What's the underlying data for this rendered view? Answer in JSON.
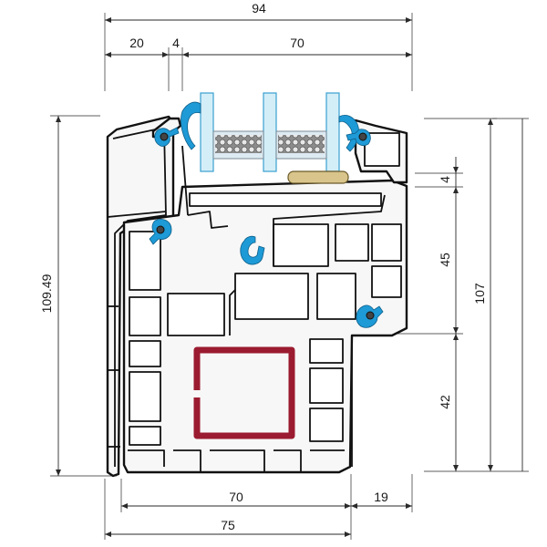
{
  "dimensions": {
    "top_overall": "94",
    "top_sash": "20",
    "top_gap": "4",
    "top_glazing": "70",
    "left_height": "109.49",
    "right_total": "107",
    "right_top": "4",
    "right_middle": "45",
    "right_bottom": "42",
    "bottom_frame": "70",
    "bottom_step": "19",
    "bottom_overall": "75"
  },
  "colors": {
    "glass": "#d4eef8",
    "gasket": "#1e9ad6",
    "steel_reinforcement": "#9b1b30",
    "glazing_block": "#d9c58c"
  }
}
